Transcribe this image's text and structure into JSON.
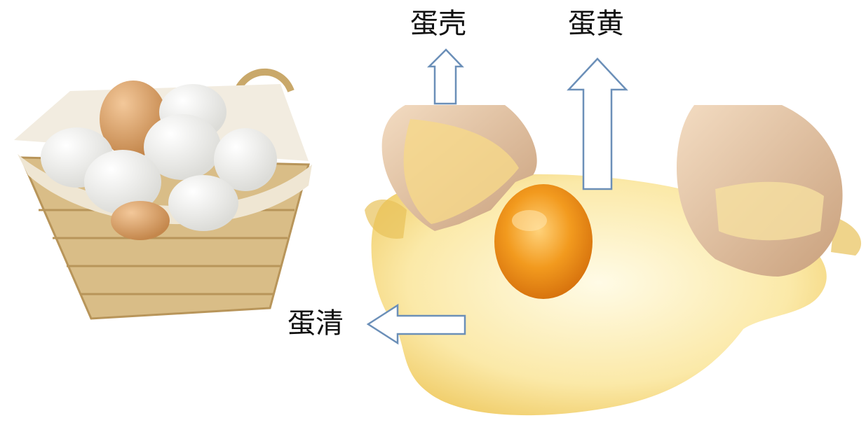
{
  "labels": {
    "shell": "蛋壳",
    "yolk": "蛋黄",
    "white": "蛋清"
  },
  "colors": {
    "arrow_stroke": "#6b8fb8",
    "arrow_fill": "#ffffff",
    "yolk": "#f29a1e",
    "egg_white": "#fbe9a8",
    "shell": "#e8c9a6",
    "basket": "#d9bd87",
    "cloth": "#f2ece0",
    "egg_white_shell": "#f7f7f5",
    "egg_brown_shell": "#e0a86a"
  },
  "icons": [
    "basket-of-eggs-illustration",
    "cracked-egg-illustration",
    "arrow-up-icon",
    "arrow-left-icon"
  ]
}
